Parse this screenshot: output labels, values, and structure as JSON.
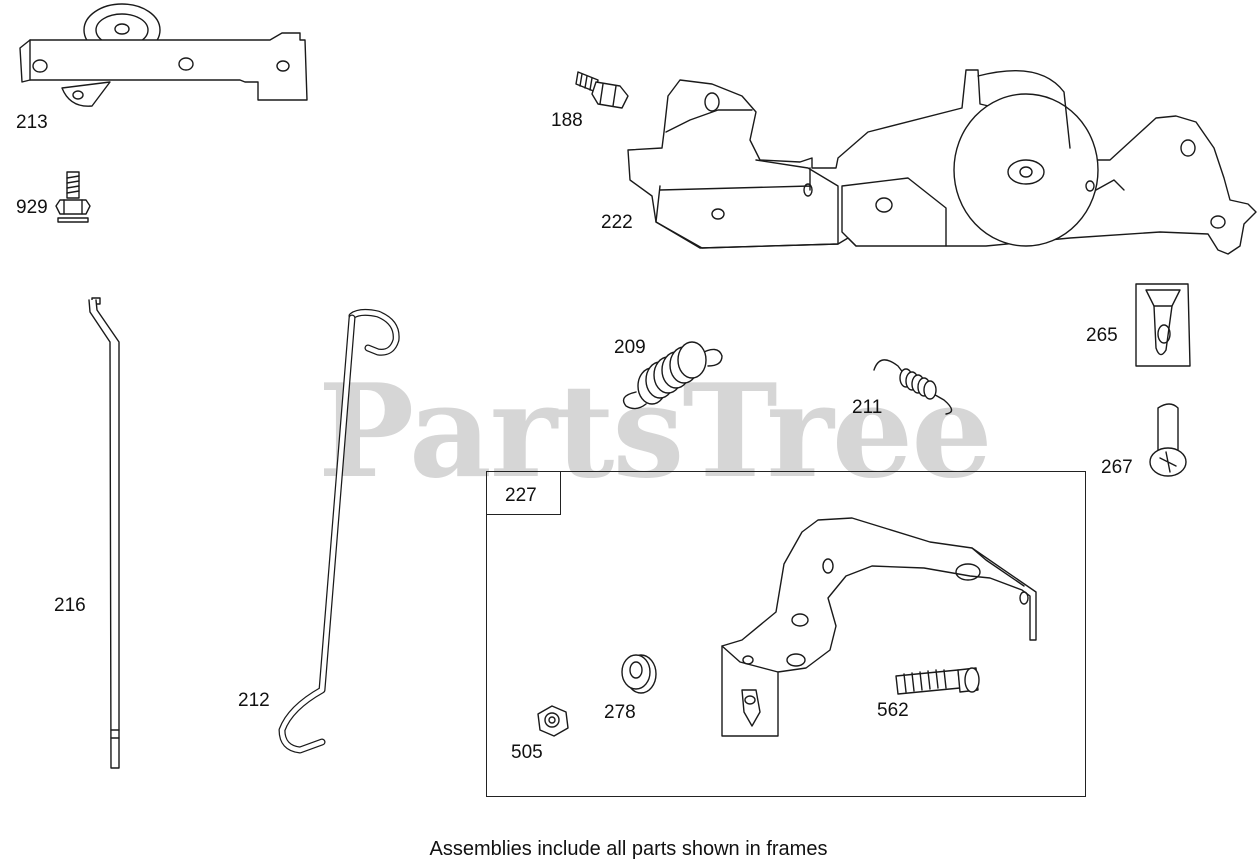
{
  "watermark": "PartsTree",
  "frame": {
    "label": "227"
  },
  "caption": "Assemblies include all parts shown in frames",
  "labels": {
    "p213": "213",
    "p929": "929",
    "p216": "216",
    "p212": "212",
    "p188": "188",
    "p222": "222",
    "p209": "209",
    "p211": "211",
    "p265": "265",
    "p267": "267",
    "p278": "278",
    "p505": "505",
    "p562": "562"
  }
}
